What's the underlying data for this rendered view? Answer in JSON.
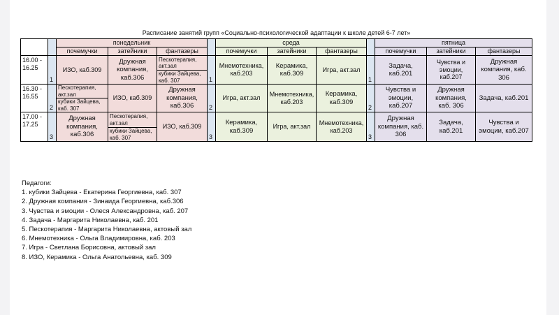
{
  "title": "Расписание занятий групп «Социально-психологической адаптации к школе детей 6-7 лет»",
  "days": [
    "понедельник",
    "среда",
    "пятница"
  ],
  "groups": [
    "почемучки",
    "затейники",
    "фантазеры"
  ],
  "rows": [
    {
      "time": "16.00 - 16.25",
      "num": "1",
      "mon": {
        "a": "ИЗО, каб.309",
        "b": "Дружная компания, каб.306",
        "c1": "Пескотерапия, акт.зал",
        "c2": "кубики Зайцева, каб. 307"
      },
      "wed": {
        "a": "Мнемотехника, каб.203",
        "b": "Керамика, каб.309",
        "c": "Игра, акт.зал"
      },
      "fri": {
        "a": "Задача, каб.201",
        "b": "Чувства и эмоции, каб.207",
        "c": "Дружная компания, каб. 306"
      }
    },
    {
      "time": "16.30 - 16.55",
      "num": "2",
      "mon": {
        "a1": "Пескотерапия, акт.зал",
        "a2": "кубики Зайцева, каб. 307",
        "b": "ИЗО, каб.309",
        "c": "Дружная компания, каб.306"
      },
      "wed": {
        "a": "Игра, акт.зал",
        "b": "Мнемотехника, каб.203",
        "c": "Керамика, каб.309"
      },
      "fri": {
        "a": "Чувства и эмоции, каб.207",
        "b": "Дружная компания, каб. 306",
        "c": "Задача, каб.201"
      }
    },
    {
      "time": "17.00 - 17.25",
      "num": "3",
      "mon": {
        "a": "Дружная компания, каб.306",
        "b1": "Пескотерапия, акт.зал",
        "b2": "кубики Зайцева, каб. 307",
        "c": "ИЗО, каб.309"
      },
      "wed": {
        "a": "Керамика, каб.309",
        "b": "Игра, акт.зал",
        "c": "Мнемотехника, каб.203"
      },
      "fri": {
        "a": "Дружная компания, каб. 306",
        "b": "Задача, каб.201",
        "c": "Чувства и эмоции, каб.207"
      }
    }
  ],
  "teachers_heading": "Педагоги:",
  "teachers": [
    "1. кубики Зайцева - Екатерина Георгиевна, каб. 307",
    "2. Дружная компания - Зинаида Георгиевна, каб.306",
    "3. Чувства и эмоции - Олеся Александровна, каб. 207",
    "4. Задача - Маргарита Николаевна, каб. 201",
    "5. Пескотерапия - Маргарита Николаевна, актовый зал",
    "6. Мнемотехника - Ольга Владимировна, каб. 203",
    "7. Игра - Светлана Борисовна, актовый зал",
    "8. ИЗО, Керамика - Ольга Анатольевна, каб. 309"
  ],
  "colors": {
    "blue": "#dce6f1",
    "pink": "#f2dcdb",
    "green": "#ebf1de",
    "lavender": "#e4dfec",
    "background": "#f3f3f5"
  }
}
